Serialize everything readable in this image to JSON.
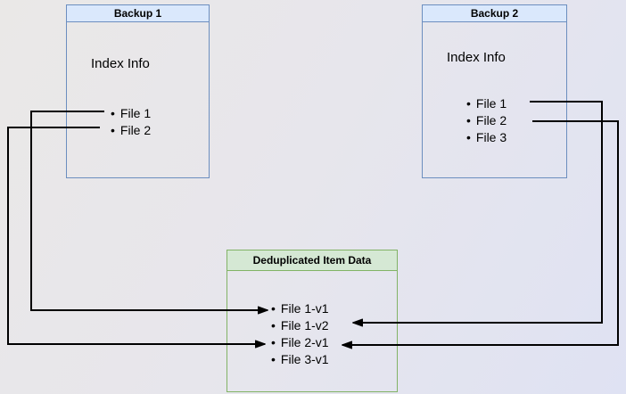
{
  "backup1": {
    "title": "Backup 1",
    "section_label": "Index Info",
    "items": [
      "File 1",
      "File 2"
    ]
  },
  "backup2": {
    "title": "Backup 2",
    "section_label": "Index Info",
    "items": [
      "File 1",
      "File 2",
      "File 3"
    ]
  },
  "dedup": {
    "title": "Deduplicated Item Data",
    "items": [
      "File 1-v1",
      "File 1-v2",
      "File 2-v1",
      "File 3-v1"
    ]
  },
  "connections": [
    {
      "from": "Backup 1 / File 1",
      "to": "File 1-v1",
      "label": "Backup 1 File 1 to File 1-v1"
    },
    {
      "from": "Backup 1 / File 2",
      "to": "File 2-v1",
      "label": "Backup 1 File 2 to File 2-v1"
    },
    {
      "from": "Backup 2 / File 1",
      "to": "File 1-v2",
      "label": "Backup 2 File 1 to File 1-v2"
    },
    {
      "from": "Backup 2 / File 2",
      "to": "File 2-v1",
      "label": "Backup 2 File 2 to File 2-v1"
    }
  ],
  "colors": {
    "blue_border": "#6c8ebf",
    "blue_fill": "#dae8fc",
    "green_border": "#82b366",
    "green_fill": "#d5e8d4",
    "line": "#000000"
  }
}
